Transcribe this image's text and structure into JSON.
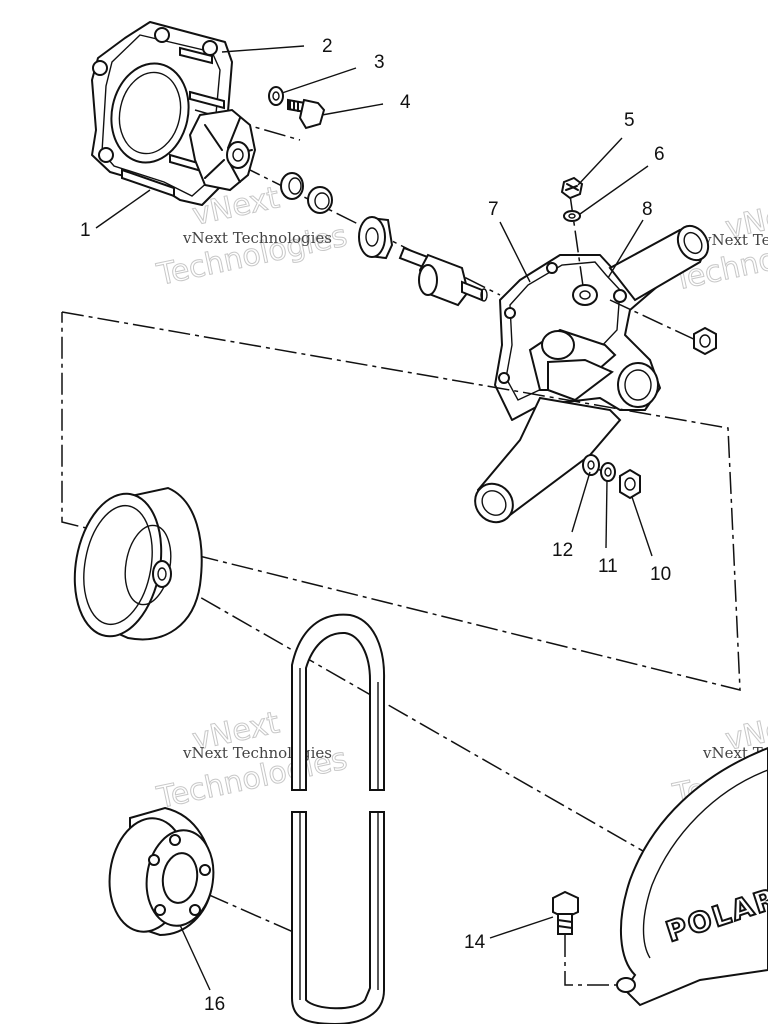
{
  "diagram": {
    "callouts": {
      "c1": "1",
      "c2": "2",
      "c3": "3",
      "c4": "4",
      "c5": "5",
      "c6": "6",
      "c7": "7",
      "c8": "8",
      "c10": "10",
      "c11": "11",
      "c12": "12",
      "c14": "14",
      "c16": "16"
    },
    "watermark": {
      "text": "vNext Technologies",
      "big_line1": "vNext",
      "big_line2": "Technologies"
    },
    "brand_text": "POLAR"
  }
}
